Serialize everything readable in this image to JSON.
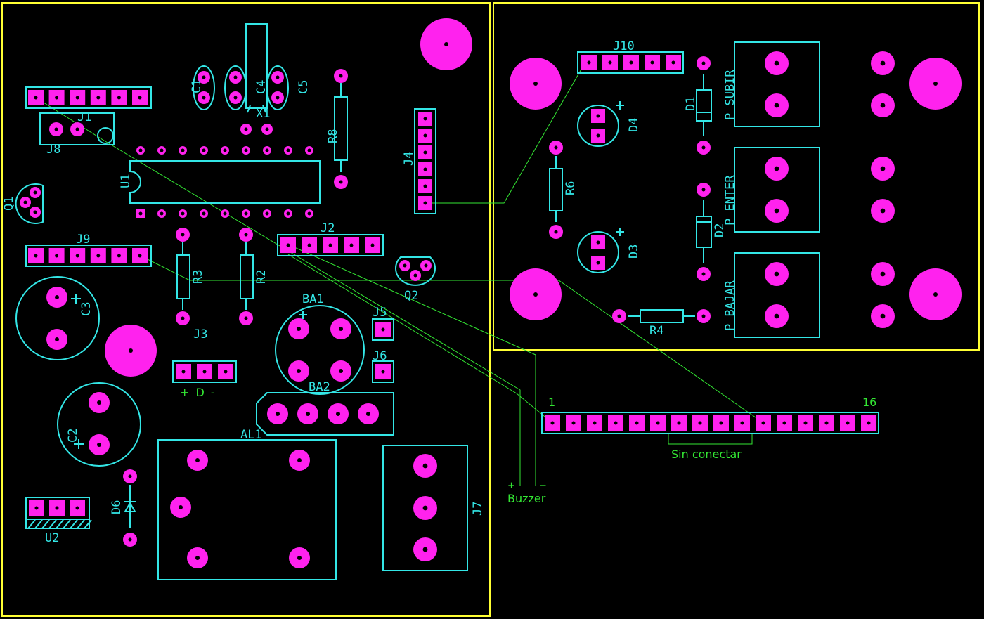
{
  "labels": {
    "c1": "C1",
    "c4": "C4",
    "c5": "C5",
    "x1": "X1",
    "r8": "R8",
    "j1": "J1",
    "j8": "J8",
    "u1": "U1",
    "q1": "Q1",
    "j4": "J4",
    "j9": "J9",
    "j2": "J2",
    "q2": "Q2",
    "r3": "R3",
    "r2": "R2",
    "c3": "C3",
    "j3": "J3",
    "ba1": "BA1",
    "j5": "J5",
    "j6": "J6",
    "ba2": "BA2",
    "c2": "C2",
    "al1": "AL1",
    "j7": "J7",
    "d6": "D6",
    "u2": "U2",
    "j10": "J10",
    "d1": "D1",
    "d2": "D2",
    "d3": "D3",
    "d4": "D4",
    "r6": "R6",
    "r4": "R4",
    "p_subir": "P SUBIR",
    "p_enter": "P ENTER",
    "p_bajar": "P BAJAR"
  },
  "annotations": {
    "j3_pins": "+  D  -",
    "lcd_pin_first": "1",
    "lcd_pin_last": "16",
    "not_connected": "Sin conectar",
    "buzzer": "Buzzer",
    "buzzer_plus": "+",
    "buzzer_minus": "−"
  },
  "colors": {
    "board_edge": "#ffff33",
    "silkscreen": "#33e6e6",
    "pad": "#ff22ee",
    "wire": "#33e633",
    "background": "#000000"
  }
}
